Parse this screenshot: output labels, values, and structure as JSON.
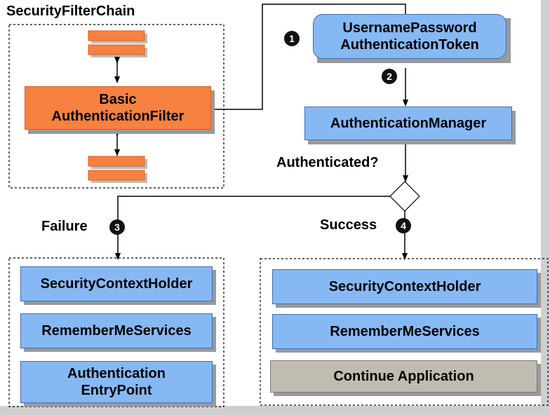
{
  "colors": {
    "blue_fill": "#86b9f3",
    "orange_fill": "#f68140",
    "gray_fill": "#c1bcb2",
    "shadow": "#999999"
  },
  "chain": {
    "title": "SecurityFilterChain",
    "filter": "Basic\nAuthenticationFilter"
  },
  "flow": {
    "token": "UsernamePassword\nAuthenticationToken",
    "manager": "AuthenticationManager",
    "question": "Authenticated?",
    "failure_label": "Failure",
    "success_label": "Success",
    "step1": "1",
    "step2": "2",
    "step3": "3",
    "step4": "4"
  },
  "failure": {
    "holder": "SecurityContextHolder",
    "remember": "RememberMeServices",
    "entry": "Authentication\nEntryPoint"
  },
  "success": {
    "holder": "SecurityContextHolder",
    "remember": "RememberMeServices",
    "continue": "Continue Application"
  }
}
